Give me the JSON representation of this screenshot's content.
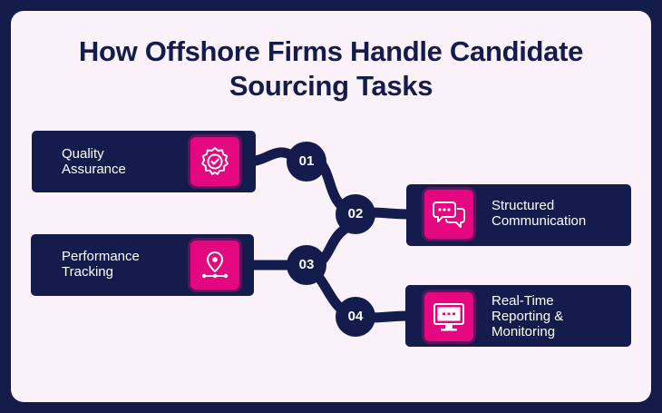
{
  "title_line1": "How Offshore Firms Handle Candidate",
  "title_line2": "Sourcing Tasks",
  "colors": {
    "background": "#131b4a",
    "card": "#fbf2f9",
    "navy": "#141b4d",
    "accent": "#e5077f"
  },
  "steps": [
    {
      "number": "01",
      "label": "Quality\nAssurance",
      "icon": "badge-check-icon"
    },
    {
      "number": "02",
      "label": "Structured\nCommunication",
      "icon": "chat-bubbles-icon"
    },
    {
      "number": "03",
      "label": "Performance\nTracking",
      "icon": "location-pin-icon"
    },
    {
      "number": "04",
      "label": "Real-Time\nReporting &\nMonitoring",
      "icon": "monitor-icon"
    }
  ]
}
